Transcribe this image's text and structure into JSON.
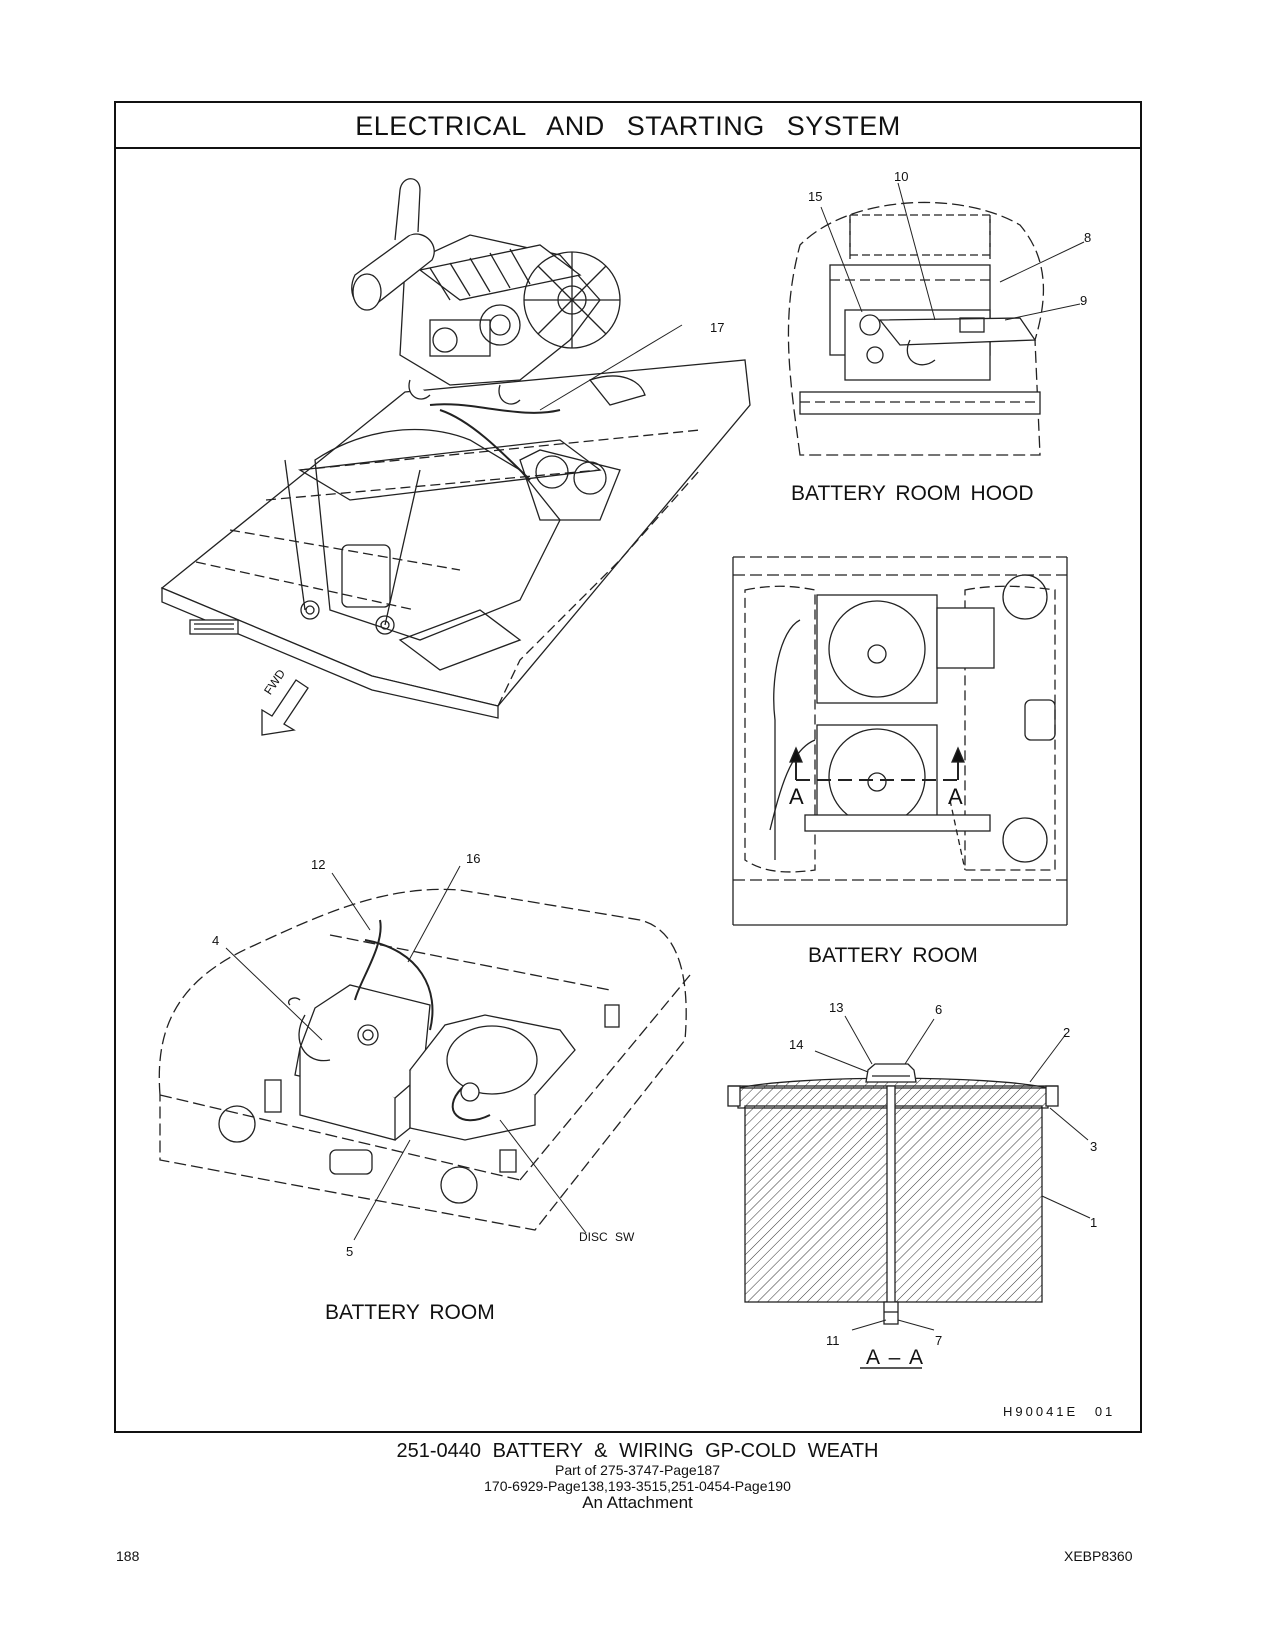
{
  "header": {
    "title": "ELECTRICAL AND STARTING SYSTEM"
  },
  "labels": {
    "l17": "17",
    "l15": "15",
    "l10": "10",
    "l8": "8",
    "l9": "9",
    "l12": "12",
    "l16": "16",
    "l4": "4",
    "l5": "5",
    "disc_sw": "DISC SW",
    "l13": "13",
    "l6": "6",
    "l14": "14",
    "l2": "2",
    "l3": "3",
    "l1": "1",
    "l11": "11",
    "l7": "7",
    "sec_a_left": "A",
    "sec_a_right": "A"
  },
  "captions": {
    "battery_room_hood": "BATTERY ROOM HOOD",
    "battery_room_top": "BATTERY ROOM",
    "battery_room_bottom": "BATTERY ROOM",
    "section_aa": "A – A",
    "fwd": "FWD"
  },
  "drawing_code": "H90041E  01",
  "footer": {
    "line1": "251-0440 BATTERY & WIRING GP-COLD WEATH",
    "line2": "Part of 275-3747-Page187",
    "line3": "170-6929-Page138,193-3515,251-0454-Page190",
    "line4": "An Attachment",
    "page_number": "188",
    "doc_code": "XEBP8360"
  }
}
